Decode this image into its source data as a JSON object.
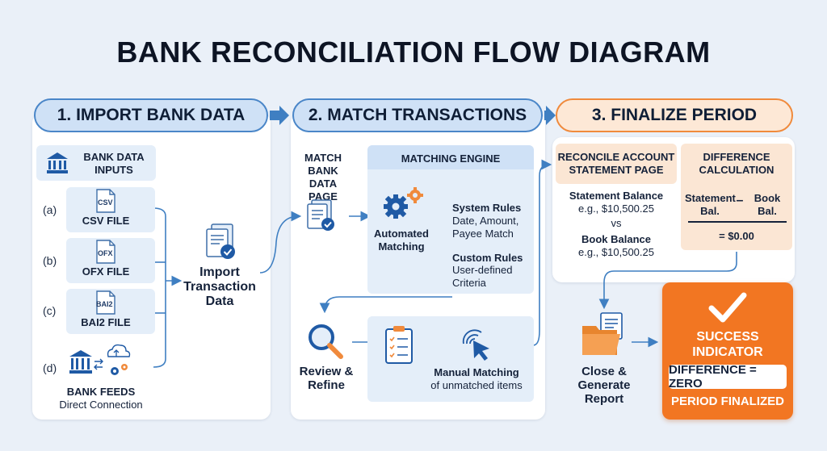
{
  "title": "BANK RECONCILIATION FLOW DIAGRAM",
  "steps": [
    {
      "label": "1. IMPORT BANK DATA"
    },
    {
      "label": "2. MATCH TRANSACTIONS"
    },
    {
      "label": "3. FINALIZE PERIOD"
    }
  ],
  "import": {
    "header": "BANK DATA INPUTS",
    "files": [
      {
        "letter": "(a)",
        "tag": "CSV",
        "label": "CSV FILE"
      },
      {
        "letter": "(b)",
        "tag": "OFX",
        "label": "OFX FILE"
      },
      {
        "letter": "(c)",
        "tag": "BAI2",
        "label": "BAI2 FILE"
      }
    ],
    "feeds": {
      "letter": "(d)",
      "label": "BANK FEEDS",
      "sub": "Direct Connection"
    },
    "import_node": "Import Transaction Data"
  },
  "match": {
    "page_label": "MATCH BANK DATA PAGE",
    "engine_title": "MATCHING ENGINE",
    "auto_label": "Automated Matching",
    "system_rules": {
      "title": "System Rules",
      "desc": "Date, Amount, Payee Match"
    },
    "custom_rules": {
      "title": "Custom Rules",
      "desc": "User-defined Criteria"
    },
    "review_label": "Review & Refine",
    "manual_title": "Manual Matching",
    "manual_desc": "of unmatched items"
  },
  "finalize": {
    "reconcile_title": "RECONCILE ACCOUNT STATEMENT PAGE",
    "statement_label": "Statement Balance",
    "statement_value": "e.g., $10,500.25",
    "vs": "vs",
    "book_label": "Book Balance",
    "book_value": "e.g., $10,500.25",
    "diff_title": "DIFFERENCE CALCULATION",
    "diff_left": "Statement Bal.",
    "diff_op": "–",
    "diff_right": "Book Bal.",
    "diff_result": "= $0.00",
    "close_label": "Close & Generate Report",
    "success_title": "SUCCESS INDICATOR",
    "success_box": "DIFFERENCE = ZERO",
    "success_footer": "PERIOD FINALIZED"
  },
  "colors": {
    "blue": "#2f6db3",
    "orange": "#f27622",
    "arrow": "#3f7fc2"
  }
}
